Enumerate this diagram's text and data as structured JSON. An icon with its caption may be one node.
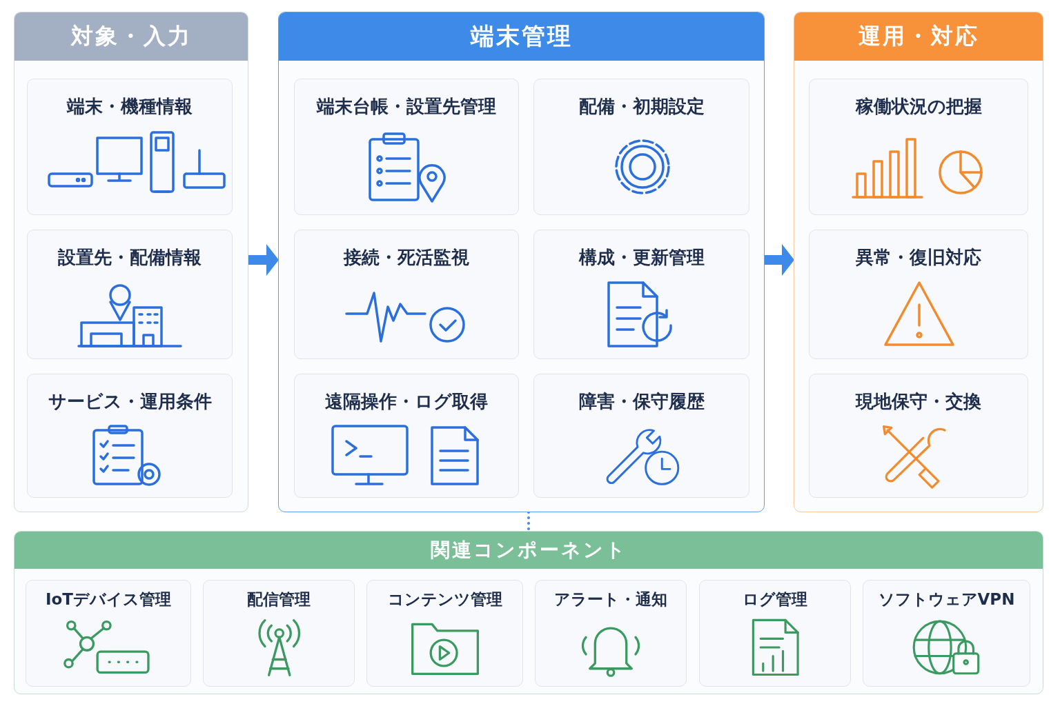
{
  "diagram": {
    "nodes": [
      {
        "text": [
          "対象・入力"
        ]
      },
      {
        "text": [
          "端末・機種情報"
        ],
        "in": 0
      },
      {
        "text": [
          "設置先・配備情報"
        ],
        "in": 0
      },
      {
        "text": [
          "サービス・運用条件"
        ],
        "in": 0
      },
      {
        "text": [
          "端末管理"
        ]
      },
      {
        "text": [
          "端末台帳・設置先管理"
        ],
        "in": 4
      },
      {
        "text": [
          "配備・初期設定"
        ],
        "in": 4
      },
      {
        "text": [
          "接続・死活監視"
        ],
        "in": 4
      },
      {
        "text": [
          "構成・更新管理"
        ],
        "in": 4
      },
      {
        "text": [
          "遠隔操作・ログ取得"
        ],
        "in": 4
      },
      {
        "text": [
          "障害・保守履歴"
        ],
        "in": 4
      },
      {
        "text": [
          "運用・対応"
        ]
      },
      {
        "text": [
          "稼働状況の把握"
        ],
        "in": 11
      },
      {
        "text": [
          "異常・復旧対応"
        ],
        "in": 11
      },
      {
        "text": [
          "現地保守・交換"
        ],
        "in": 11
      },
      {
        "text": [
          "関連コンポーネント"
        ]
      },
      {
        "text": [
          "IoTデバイス管理"
        ],
        "in": 15
      },
      {
        "text": [
          "配信管理"
        ],
        "in": 15
      },
      {
        "text": [
          "コンテンツ管理"
        ],
        "in": 15
      },
      {
        "text": [
          "アラート・通知"
        ],
        "in": 15
      },
      {
        "text": [
          "ログ管理"
        ],
        "in": 15
      },
      {
        "text": [
          "ソフトウェアVPN"
        ],
        "in": 15
      }
    ],
    "edges": [
      {
        "from": 0,
        "to": 4,
        "arrow": "to"
      },
      {
        "from": 4,
        "to": 11,
        "arrow": "to"
      },
      {
        "from": 4,
        "to": 15,
        "arrow": "none",
        "style": "dashed"
      }
    ]
  }
}
